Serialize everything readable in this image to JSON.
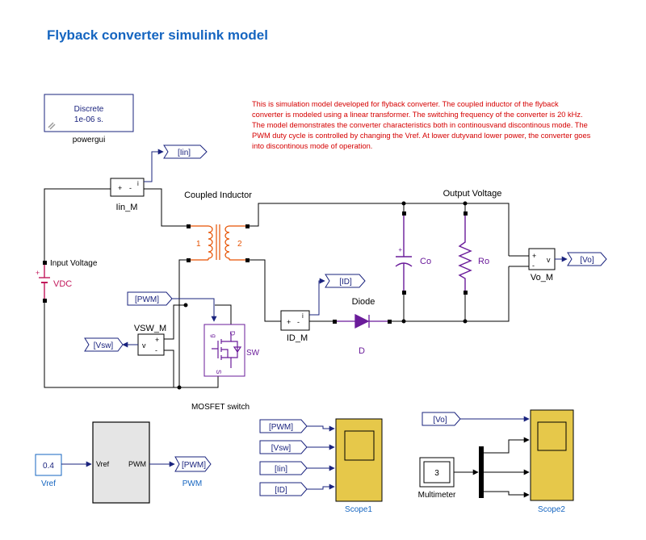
{
  "title": "Flyback converter simulink model",
  "description": "This is simulation model developed for flyback converter. The coupled inductor of the flyback converter is modeled using a linear transformer. The switching frequency of the converter is 20 kHz. The model demonstrates the converter characteristics both in continousvand discontinous mode. The PWM duty cycle is controlled by changing the Vref. At lower dutyvand lower power, the converter goes into discontinous mode of operation.",
  "colors": {
    "title": "#1565c0",
    "description": "#d50000",
    "tag_text": "#1a237e",
    "wire": "#000000",
    "element": "#6a1b9a",
    "source": "#c2185b",
    "scope_fill": "#e6c84a"
  },
  "powergui": {
    "mode": "Discrete",
    "sample_time": "1e-06 s.",
    "label": "powergui"
  },
  "tags": {
    "iin_out": "[Iin]",
    "id_out": "[ID]",
    "vsw_out": "[Vsw]",
    "pwm_in": "[PWM]",
    "vo_out": "[Vo]",
    "pwm_out": "[PWM]",
    "scope1_pwm": "[PWM]",
    "scope1_vsw": "[Vsw]",
    "scope1_iin": "[Iin]",
    "scope1_id": "[ID]",
    "scope2_vo": "[Vo]"
  },
  "labels": {
    "coupled_inductor": "Coupled Inductor",
    "output_voltage": "Output Voltage",
    "input_voltage": "Input Voltage",
    "vdc": "VDC",
    "iin_m": "Iin_M",
    "vsw_m": "VSW_M",
    "id_m": "ID_M",
    "vo_m": "Vo_M",
    "diode": "Diode",
    "diode_name": "D",
    "co": "Co",
    "ro": "Ro",
    "sw": "SW",
    "mosfet_switch": "MOSFET switch",
    "winding1": "1",
    "winding2": "2",
    "gate": "g",
    "drain": "D",
    "source_pin": "S"
  },
  "ports": {
    "plus": "+",
    "minus": "-",
    "i": "i",
    "v": "v"
  },
  "pwm_block": {
    "input_label": "Vref",
    "output_label": "PWM",
    "name": "PWM"
  },
  "vref": {
    "value": "0.4",
    "name": "Vref"
  },
  "multimeter": {
    "value": "3",
    "name": "Multimeter"
  },
  "scopes": {
    "scope1": "Scope1",
    "scope2": "Scope2"
  }
}
